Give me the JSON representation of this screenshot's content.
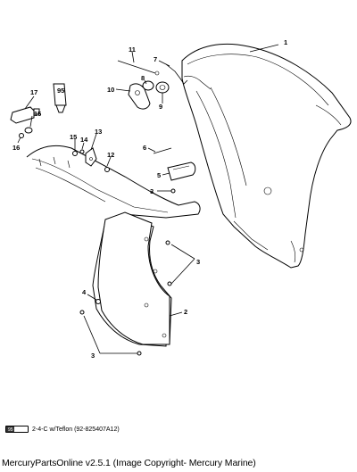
{
  "diagram": {
    "callouts": [
      "1",
      "2",
      "3",
      "3",
      "3",
      "4",
      "5",
      "6",
      "7",
      "8",
      "9",
      "10",
      "11",
      "12",
      "13",
      "14",
      "15",
      "15",
      "16",
      "17"
    ],
    "tube_label": "95"
  },
  "legend": {
    "code": "95",
    "text": "2-4-C w/Teflon (92-825407A12)"
  },
  "footer": {
    "text": "MercuryPartsOnline v2.5.1 (Image Copyright- Mercury Marine)"
  }
}
